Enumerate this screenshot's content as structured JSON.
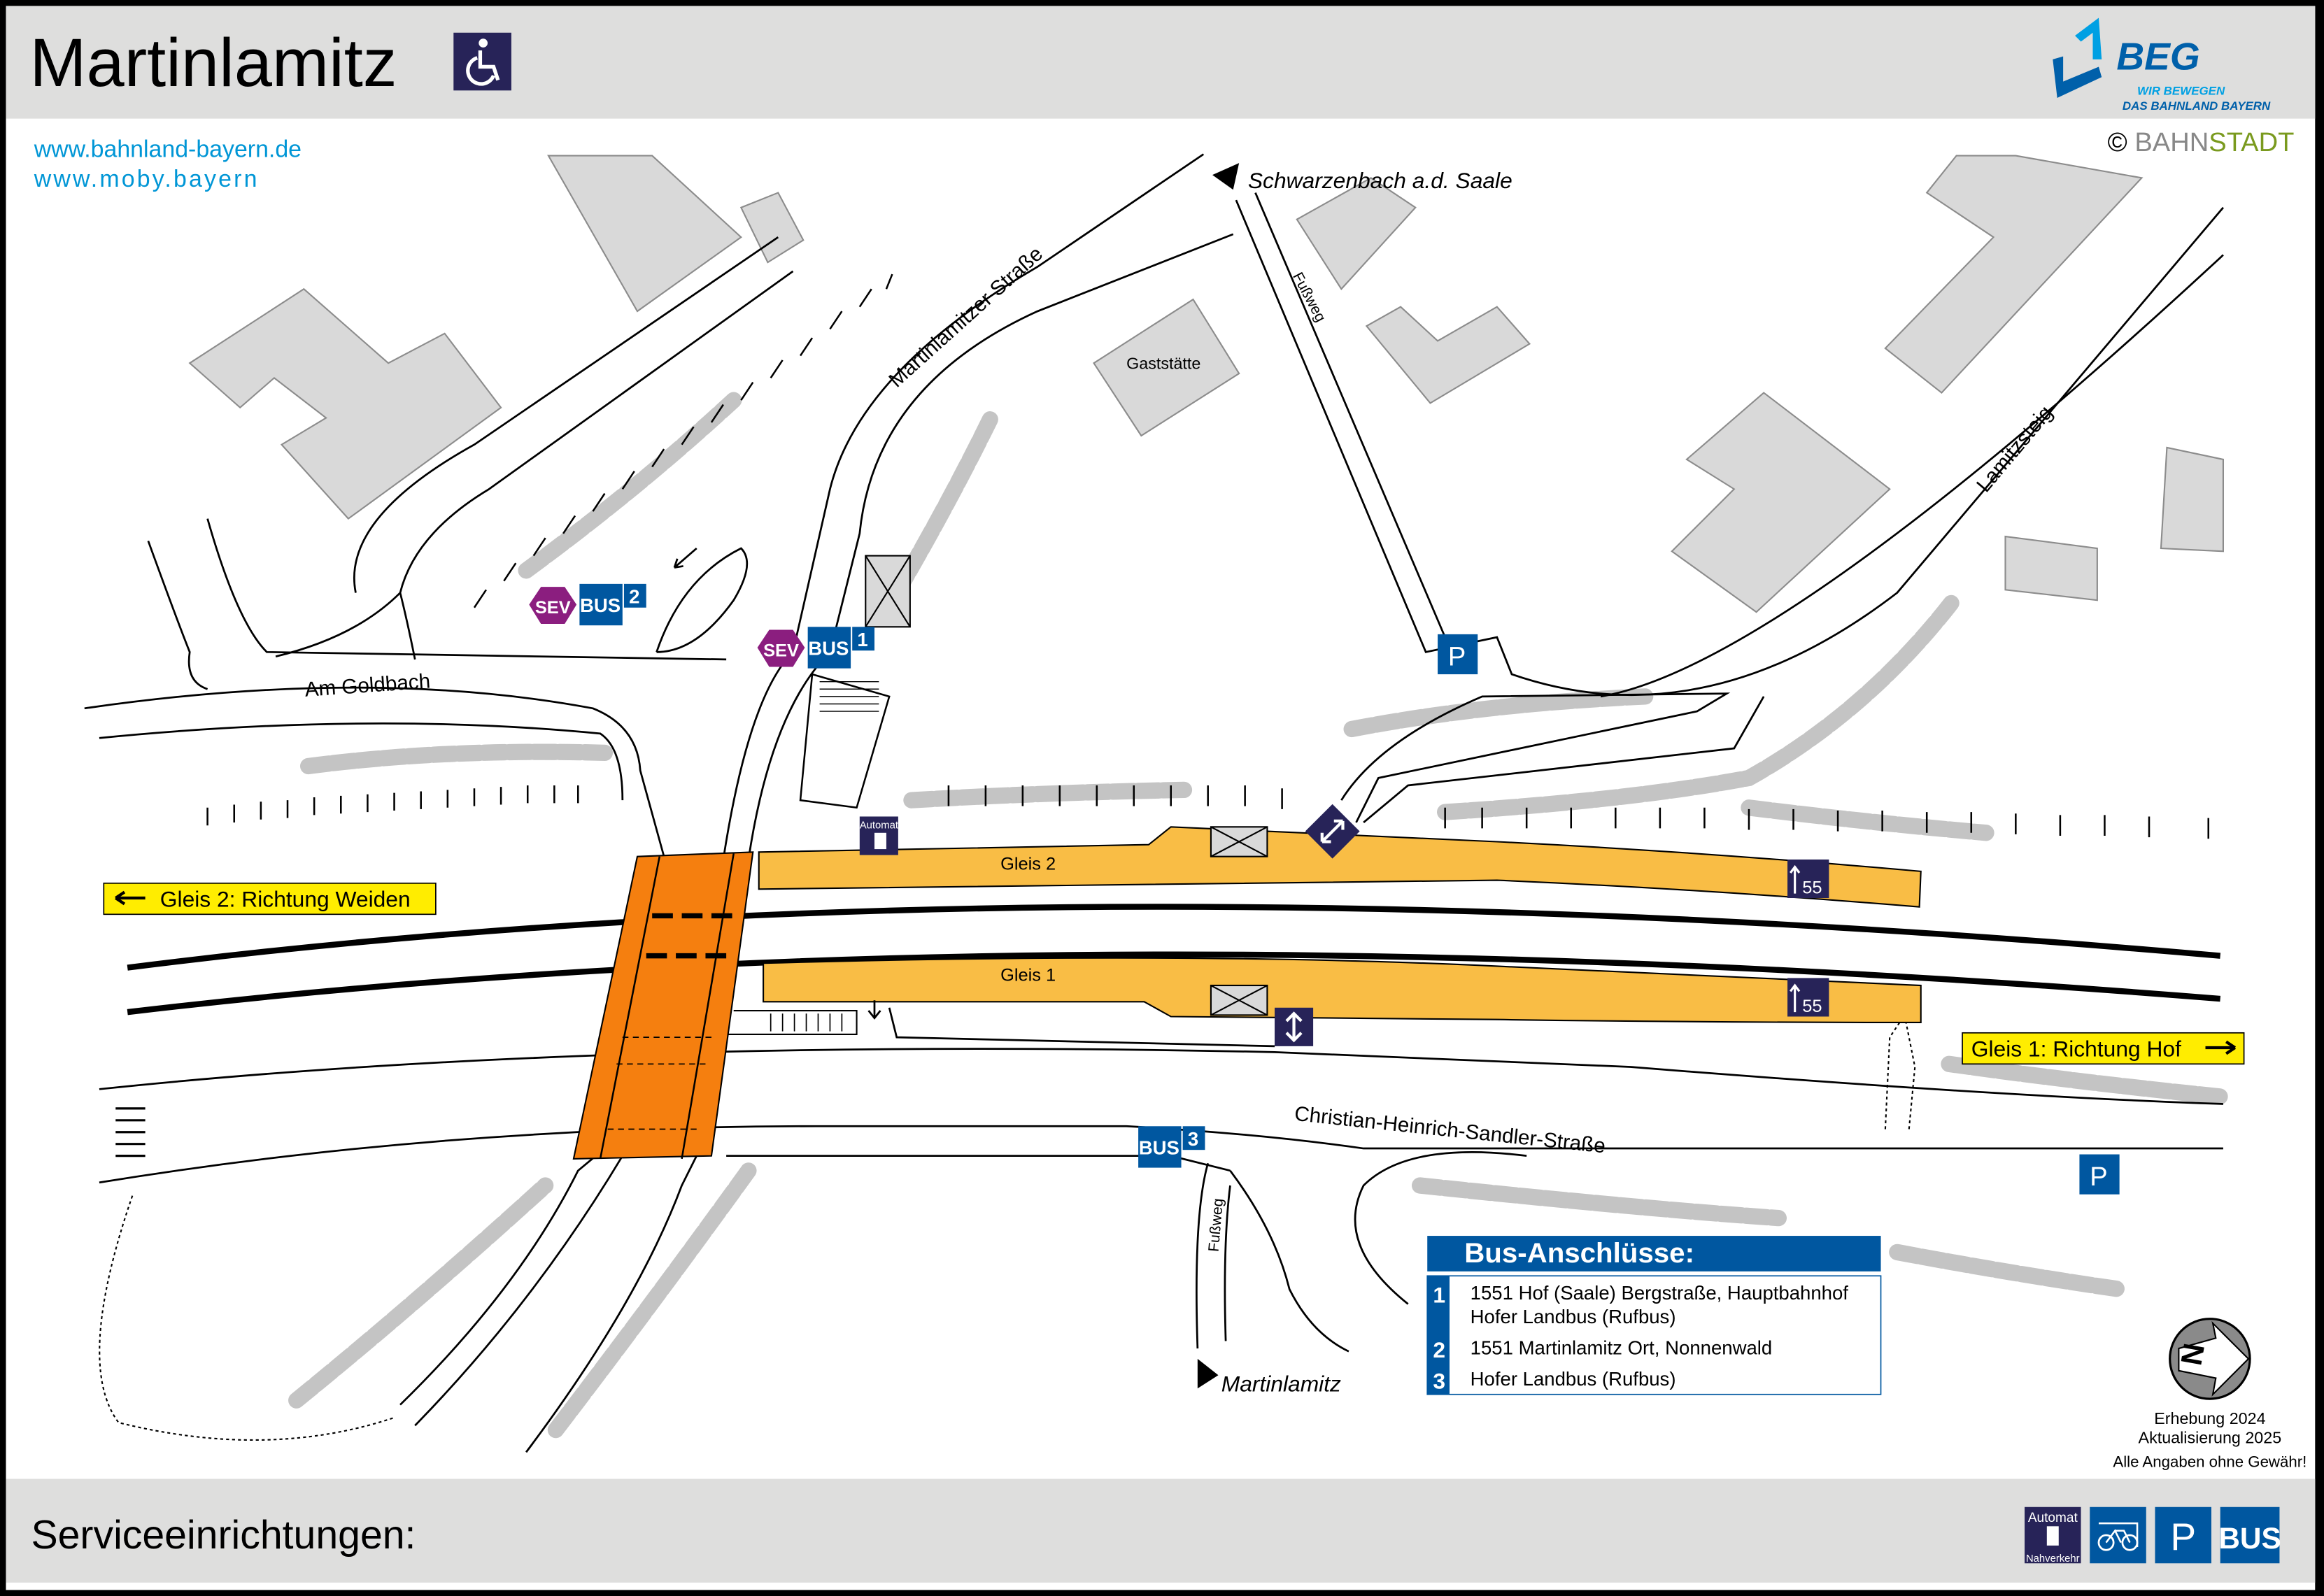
{
  "header": {
    "title": "Martinlamitz",
    "accessibility_icon": "wheelchair-icon",
    "logo": {
      "name": "BEG",
      "tagline_1": "WIR BEWEGEN",
      "tagline_2": "DAS BAHNLAND BAYERN"
    },
    "copyright_symbol": "©",
    "copyright_a": "BAHN",
    "copyright_b": "STADT"
  },
  "links": [
    "www.bahnland-bayern.de",
    "www.moby.bayern"
  ],
  "map": {
    "streets": {
      "am_goldbach": "Am Goldbach",
      "martinlamitzer_strasse": "Martinlamitzer Straße",
      "lamitzsteig": "Lamitzsteig",
      "sandler_strasse": "Christian-Heinrich-Sandler-Straße",
      "fussweg": "Fußweg"
    },
    "destinations": {
      "north": "Schwarzenbach a.d. Saale",
      "south": "Martinlamitz"
    },
    "poi": {
      "gaststaette": "Gaststätte"
    },
    "platforms": {
      "gleis2": "Gleis 2",
      "gleis1": "Gleis 1",
      "height_label": "55"
    },
    "directions": {
      "gleis2": "Gleis 2: Richtung Weiden",
      "gleis1": "Gleis 1: Richtung Hof"
    },
    "stops": [
      {
        "sev": "SEV",
        "bus": "BUS",
        "number": "2"
      },
      {
        "sev": "SEV",
        "bus": "BUS",
        "number": "1"
      },
      {
        "bus": "BUS",
        "number": "3"
      }
    ],
    "parking": "P",
    "automat_label": "Automat",
    "colors": {
      "platform": "#f9bd45",
      "crossing": "#f57f0f",
      "blue": "#0057a0",
      "navy": "#272358",
      "sev": "#8b1e7f",
      "hedge": "#c4c4c4",
      "building": "#d9d9d9"
    }
  },
  "bus_panel": {
    "title": "Bus-Anschlüsse:",
    "rows": [
      {
        "num": "1",
        "line1": "1551 Hof (Saale) Bergstraße, Hauptbahnhof",
        "line2": "Hofer Landbus (Rufbus)"
      },
      {
        "num": "2",
        "line1": "1551 Martinlamitz Ort, Nonnenwald"
      },
      {
        "num": "3",
        "line1": "Hofer Landbus (Rufbus)"
      }
    ]
  },
  "compass": {
    "letter": "N"
  },
  "notes": [
    "Erhebung 2024",
    "Aktualisierung 2025",
    "Alle Angaben ohne Gewähr!"
  ],
  "footer": {
    "title": "Serviceeinrichtungen:",
    "icons": [
      {
        "name": "ticket-machine",
        "top": "Automat",
        "bottom": "Nahverkehr"
      },
      {
        "name": "bicycle-parking"
      },
      {
        "name": "parking",
        "label": "P"
      },
      {
        "name": "bus",
        "label": "BUS"
      }
    ]
  }
}
